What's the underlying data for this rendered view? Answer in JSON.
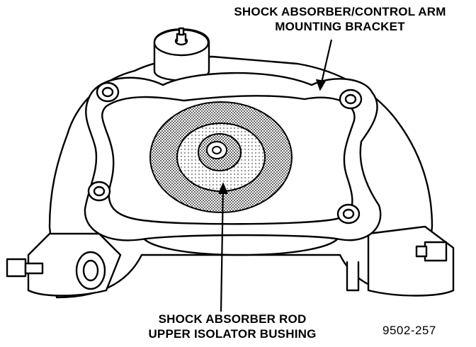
{
  "callouts": {
    "top": {
      "line1": "SHOCK ABSORBER/CONTROL ARM",
      "line2": "MOUNTING BRACKET"
    },
    "bottom": {
      "line1": "SHOCK ABSORBER ROD",
      "line2": "UPPER ISOLATOR BUSHING"
    }
  },
  "figure_id": "9502-257"
}
